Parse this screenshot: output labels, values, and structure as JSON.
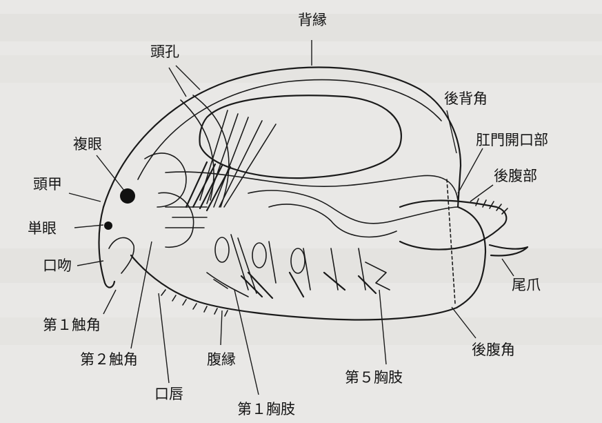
{
  "labels": {
    "dorsal_margin": "背縁",
    "head_pore": "頭孔",
    "compound_eye": "複眼",
    "head_shield": "頭甲",
    "ocellus": "単眼",
    "rostrum": "口吻",
    "first_antenna": "第１触角",
    "second_antenna": "第２触角",
    "labrum": "口唇",
    "ventral_margin": "腹縁",
    "first_thoracic_limb": "第１胸肢",
    "fifth_thoracic_limb": "第５胸肢",
    "posterior_ventral_angle": "後腹角",
    "tail_claw": "尾爪",
    "postabdomen": "後腹部",
    "anal_opening": "肛門開口部",
    "posterior_dorsal_angle": "後背角"
  }
}
